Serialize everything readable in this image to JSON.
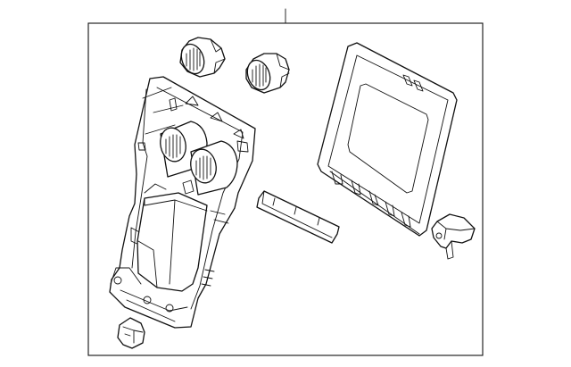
{
  "diagram": {
    "callout_number": "",
    "parts": [
      "trim-panel",
      "vent-knob-left",
      "vent-knob-right",
      "display-bezel",
      "trim-strip",
      "mounting-clip",
      "lower-retainer-clip"
    ]
  }
}
